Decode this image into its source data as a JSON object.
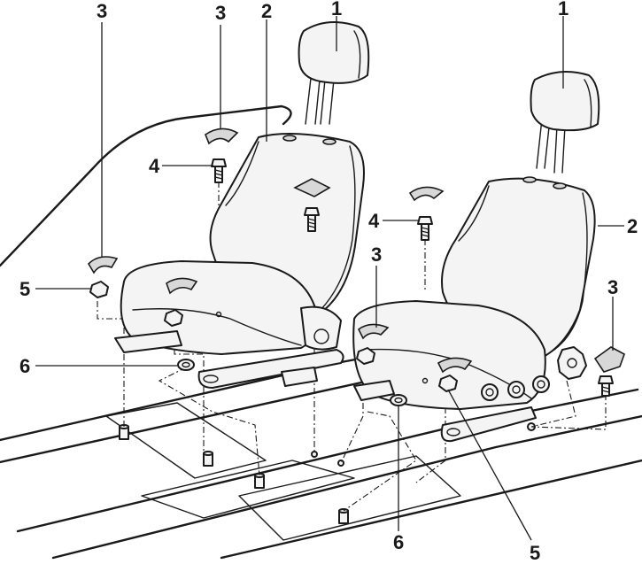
{
  "callouts": {
    "headrest_left": "1",
    "headrest_right": "1",
    "seat_left": "2",
    "seat_right": "2",
    "cover_top_left": "3",
    "cover_top_mid": "3",
    "cover_mid_right": "3",
    "cover_far_right": "3",
    "bolt_left": "4",
    "bolt_right": "4",
    "nut_left": "5",
    "nut_bottom": "5",
    "washer_left": "6",
    "washer_bottom": "6"
  }
}
